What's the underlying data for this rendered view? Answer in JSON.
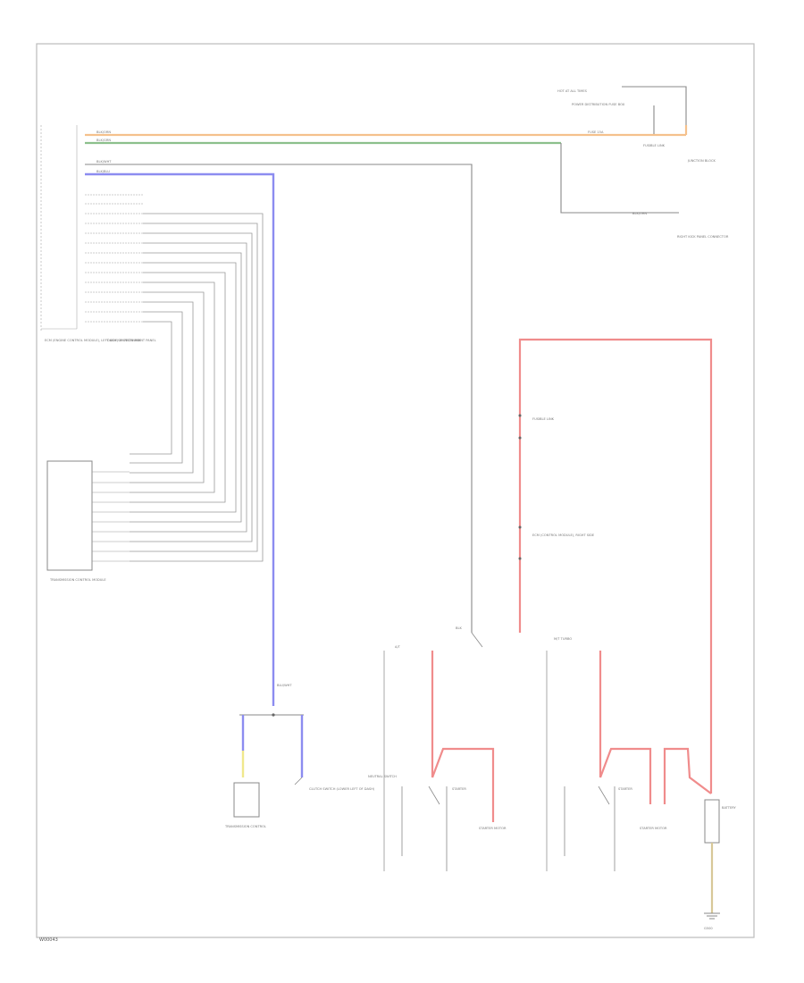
{
  "diagram": {
    "footer_code": "W00043",
    "ground_label": "G500",
    "battery_label": "BATTERY",
    "labels": {
      "hot_at_all_times": "HOT AT ALL TIMES",
      "left_junction_fuse_box": "POWER DISTRIBUTION FUSE BOX",
      "junction_block": "JUNCTION BLOCK",
      "control_module_left": "ECM (ENGINE CONTROL MODULE), LEFT SIDE OF INSTRUMENT PANEL",
      "control_module_right": "ECM (CONTROL MODULE), RIGHT SIDE",
      "right_connector": "RIGHT KICK PANEL CONNECTOR",
      "left_module": "ECM (ENGINE CONTROL MODULE)",
      "dash_connector": "DASH JUNCTION BOX",
      "module_box": "TRANSMISSION CONTROL MODULE",
      "transmission_control": "TRANSMISSION CONTROL",
      "clutch_switch": "CLUTCH SWITCH (LOWER LEFT OF DASH)",
      "starter_relay_left": "STARTER",
      "starter_relay_right": "STARTER",
      "starter_motor_left": "STARTER MOTOR",
      "starter_motor_right": "STARTER MOTOR",
      "fuse_label": "FUSE 15A",
      "fusible_link_1": "FUSIBLE LINK",
      "fusible_link_2": "FUSIBLE LINK",
      "at_label": "A/T",
      "mt_label": "M/T TURBO",
      "neutral_switch": "NEUTRAL SWITCH"
    },
    "wire_colors": {
      "orange": "#f5c18c",
      "green": "#8cc08c",
      "blue": "#8c8cf0",
      "gray": "#888888",
      "red": "#f08c8c",
      "yellow": "#f0e88c",
      "tan": "#d8c898",
      "black": "#555555"
    },
    "wire_tags": {
      "orange_left": "BLK/ORN",
      "green_left": "BLK/GRN",
      "gray_left": "BLK/WHT",
      "blue_left": "BLK/BLU",
      "orange_right": "BLK/ORN",
      "blu_wht": "BLU/WHT",
      "blk": "BLK"
    }
  }
}
